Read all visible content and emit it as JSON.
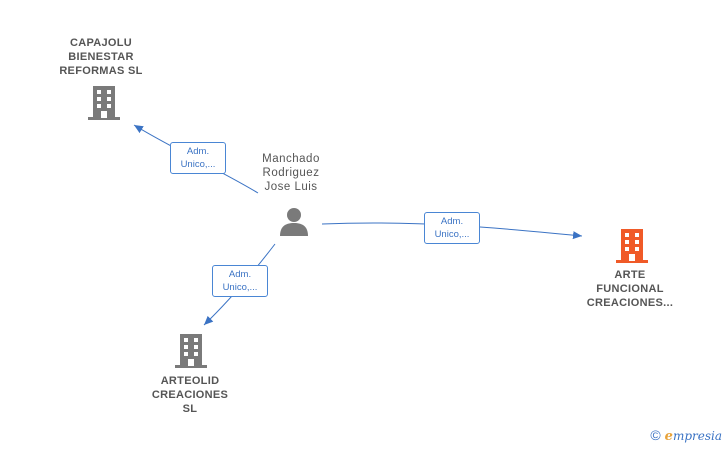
{
  "nodes": {
    "person": {
      "name_lines": [
        "Manchado",
        "Rodriguez",
        "Jose Luis"
      ]
    },
    "company_top": {
      "name_lines": [
        "CAPAJOLU",
        "BIENESTAR",
        "REFORMAS  SL"
      ]
    },
    "company_right": {
      "name_lines": [
        "ARTE",
        "FUNCIONAL",
        "CREACIONES..."
      ]
    },
    "company_bottom": {
      "name_lines": [
        "ARTEOLID",
        "CREACIONES",
        "SL"
      ]
    }
  },
  "edges": [
    {
      "label_lines": [
        "Adm.",
        "Unico,..."
      ]
    },
    {
      "label_lines": [
        "Adm.",
        "Unico,..."
      ]
    },
    {
      "label_lines": [
        "Adm.",
        "Unico,..."
      ]
    }
  ],
  "colors": {
    "gray_node": "#7a7a7a",
    "highlight_node": "#f05a28",
    "edge": "#3b73c4"
  },
  "footer": {
    "copyright": "©",
    "brand_initial": "e",
    "brand_rest": "mpresia"
  }
}
